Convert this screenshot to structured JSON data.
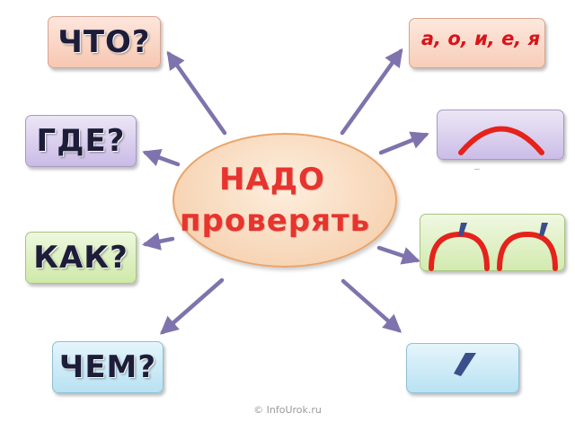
{
  "center": {
    "line1": "НАДО",
    "line2": "проверять"
  },
  "questions": {
    "chto": "ЧТО?",
    "gde": "ГДЕ?",
    "kak": "КАК?",
    "chem": "ЧЕМ?"
  },
  "answers": {
    "vowels": "а, о, и, е, я",
    "root_icon": "root-arc-icon",
    "syllables_icon": "stressed-syllables-icon",
    "stress_icon": "stress-mark-icon"
  },
  "colors": {
    "accent_red": "#e7342e",
    "arrow": "#7f73ad",
    "vowel_red": "#d8141a",
    "stress_blue": "#3b4f8c"
  },
  "watermark": "© InfoUrok.ru"
}
